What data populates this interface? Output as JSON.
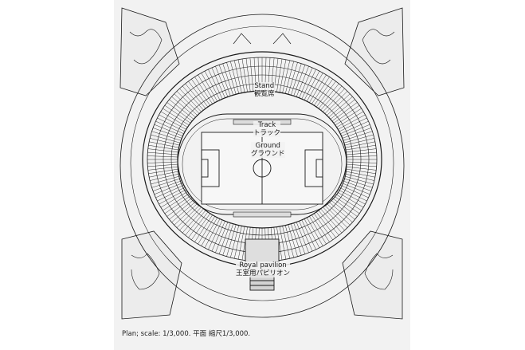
{
  "labels": {
    "stand_en": "Stand",
    "stand_jp": "観覧席",
    "track_en": "Track",
    "track_jp": "トラック",
    "ground_en": "Ground",
    "ground_jp": "グラウンド",
    "pavilion_en": "Royal pavilion",
    "pavilion_jp": "王室用パビリオン"
  },
  "caption": "Plan; scale: 1/3,000.  平面  縮尺1/3,000.",
  "colors": {
    "ink": "#1a1a1a",
    "paper": "#f2f2f2"
  }
}
